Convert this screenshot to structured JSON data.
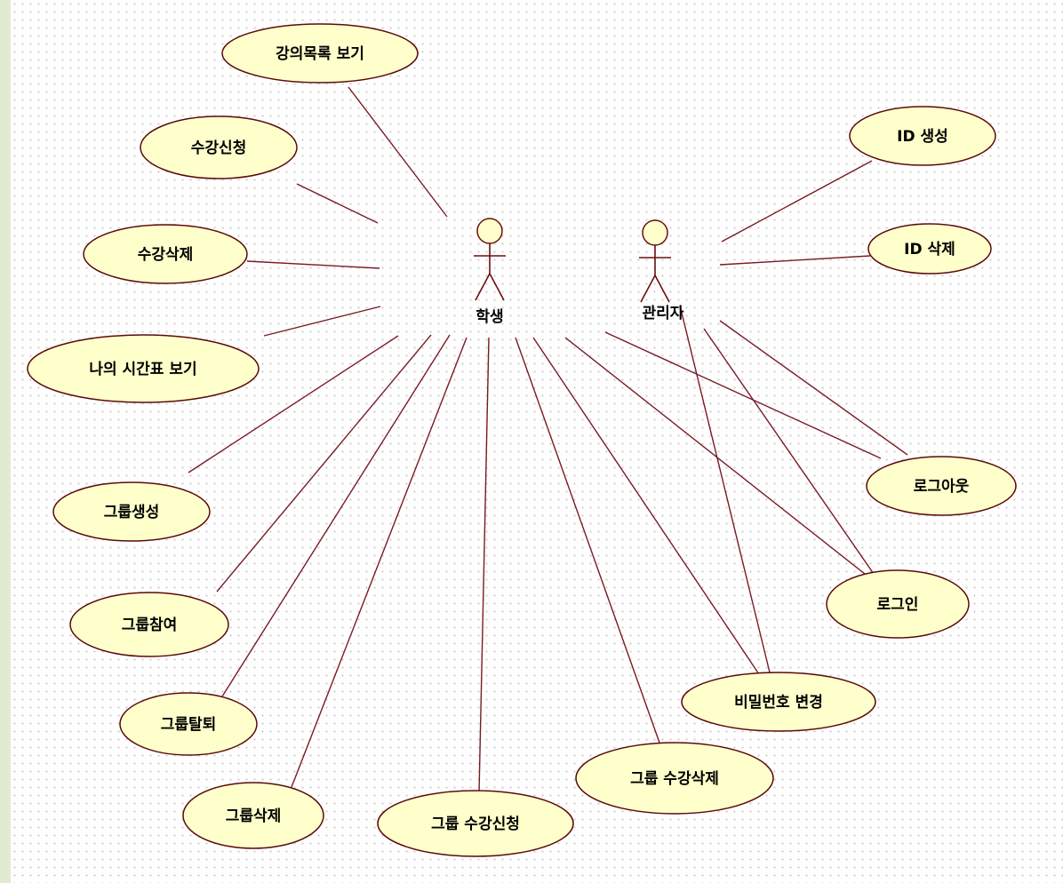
{
  "diagram": {
    "actors": [
      {
        "id": "student",
        "name": "학생"
      },
      {
        "id": "admin",
        "name": "관리자"
      }
    ],
    "use_cases": [
      {
        "id": "uc_course_list",
        "label": "강의목록 보기"
      },
      {
        "id": "uc_enroll",
        "label": "수강신청"
      },
      {
        "id": "uc_drop",
        "label": "수강삭제"
      },
      {
        "id": "uc_timetable",
        "label": "나의 시간표 보기"
      },
      {
        "id": "uc_group_create",
        "label": "그룹생성"
      },
      {
        "id": "uc_group_join",
        "label": "그룹참여"
      },
      {
        "id": "uc_group_leave",
        "label": "그룹탈퇴"
      },
      {
        "id": "uc_group_delete",
        "label": "그룹삭제"
      },
      {
        "id": "uc_group_enroll",
        "label": "그룹 수강신청"
      },
      {
        "id": "uc_group_drop",
        "label": "그룹 수강삭제"
      },
      {
        "id": "uc_password",
        "label": "비밀번호 변경"
      },
      {
        "id": "uc_login",
        "label": "로그인"
      },
      {
        "id": "uc_logout",
        "label": "로그아웃"
      },
      {
        "id": "uc_id_create",
        "label": "ID 생성"
      },
      {
        "id": "uc_id_delete",
        "label": "ID 삭제"
      }
    ],
    "associations": [
      [
        "student",
        "uc_course_list"
      ],
      [
        "student",
        "uc_enroll"
      ],
      [
        "student",
        "uc_drop"
      ],
      [
        "student",
        "uc_timetable"
      ],
      [
        "student",
        "uc_group_create"
      ],
      [
        "student",
        "uc_group_join"
      ],
      [
        "student",
        "uc_group_leave"
      ],
      [
        "student",
        "uc_group_delete"
      ],
      [
        "student",
        "uc_group_enroll"
      ],
      [
        "student",
        "uc_group_drop"
      ],
      [
        "student",
        "uc_password"
      ],
      [
        "student",
        "uc_login"
      ],
      [
        "student",
        "uc_logout"
      ],
      [
        "admin",
        "uc_id_create"
      ],
      [
        "admin",
        "uc_id_delete"
      ],
      [
        "admin",
        "uc_logout"
      ],
      [
        "admin",
        "uc_login"
      ],
      [
        "admin",
        "uc_password"
      ]
    ],
    "colors": {
      "use_case_fill": "#ffffcc",
      "outline": "#5b0a0a",
      "line": "#7a1a24"
    }
  }
}
